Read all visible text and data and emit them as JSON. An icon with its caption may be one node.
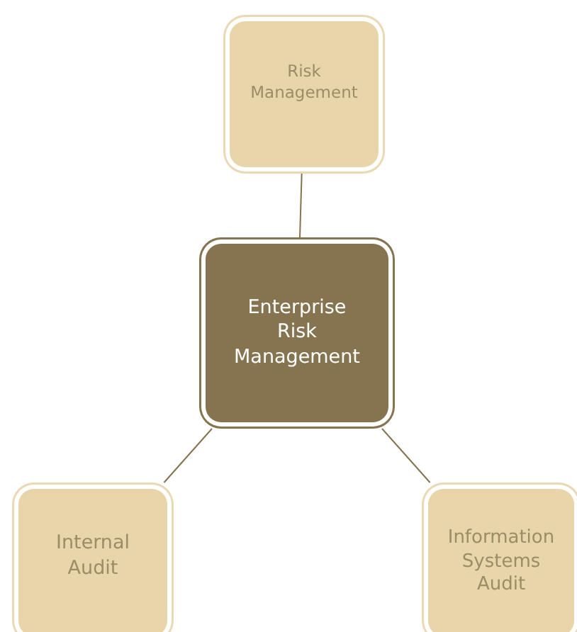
{
  "diagram": {
    "nodes": [
      {
        "text": [
          "Risk Management"
        ]
      },
      {
        "text": [
          "Enterprise Risk Management"
        ]
      },
      {
        "text": [
          "Internal Audit"
        ]
      },
      {
        "text": [
          "Information Systems Audit"
        ]
      }
    ],
    "edges": [
      {
        "from": 1,
        "to": 0,
        "arrow": "none"
      },
      {
        "from": 1,
        "to": 2,
        "arrow": "none"
      },
      {
        "from": 1,
        "to": 3,
        "arrow": "none"
      }
    ]
  }
}
